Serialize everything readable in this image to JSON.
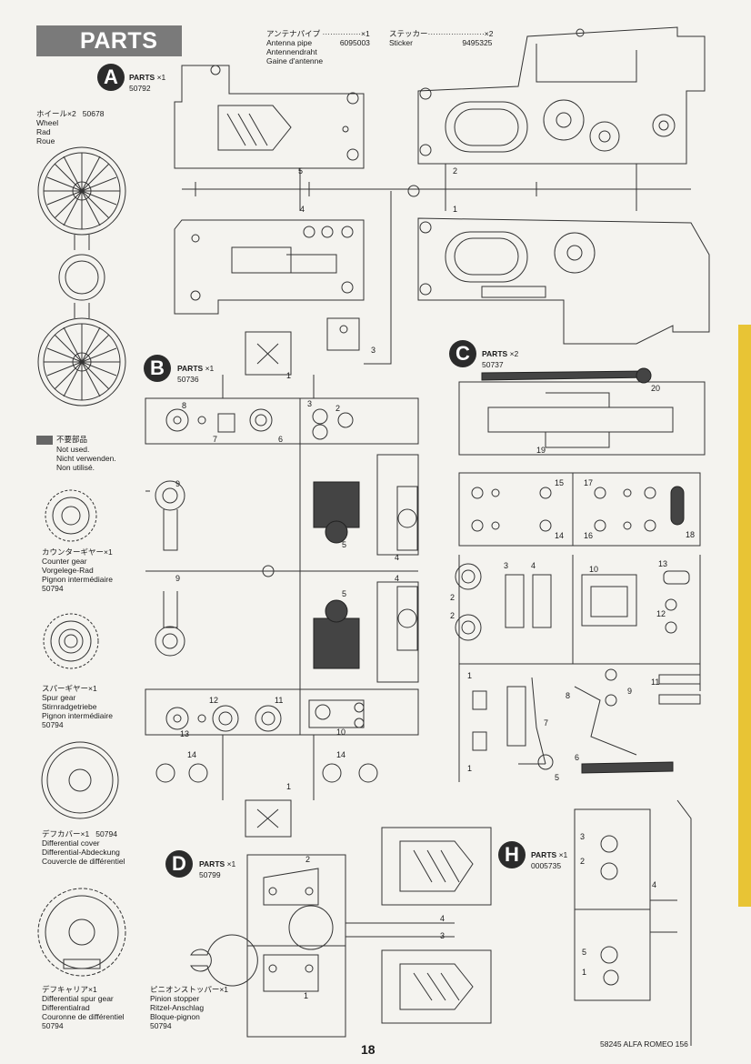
{
  "header": {
    "title": "PARTS"
  },
  "antenna": {
    "ja": "アンテナパイプ ···············×1",
    "en": "Antenna pipe",
    "num": "6095003",
    "de": "Antennendraht",
    "fr": "Gaine d'antenne"
  },
  "sticker": {
    "ja": "ステッカー······················×2",
    "en": "Sticker",
    "num": "9495325"
  },
  "trees": {
    "a": {
      "letter": "A",
      "title": "PARTS",
      "count": "×1",
      "num": "50792"
    },
    "b": {
      "letter": "B",
      "title": "PARTS",
      "count": "×1",
      "num": "50736"
    },
    "c": {
      "letter": "C",
      "title": "PARTS",
      "count": "×2",
      "num": "50737"
    },
    "d": {
      "letter": "D",
      "title": "PARTS",
      "count": "×1",
      "num": "50799"
    },
    "h": {
      "letter": "H",
      "title": "PARTS",
      "count": "×1",
      "num": "0005735"
    }
  },
  "wheel": {
    "ja": "ホイール×2",
    "num": "50678",
    "en": "Wheel",
    "de": "Rad",
    "fr": "Roue"
  },
  "notused": {
    "ja": "不要部品",
    "en": "Not used.",
    "de": "Nicht verwenden.",
    "fr": "Non utilisé."
  },
  "counter_gear": {
    "ja": "カウンターギヤー×1",
    "en": "Counter gear",
    "de": "Vorgelege-Rad",
    "fr": "Pignon intermédiaire",
    "num": "50794"
  },
  "spur_gear": {
    "ja": "スパーギヤー×1",
    "en": "Spur gear",
    "de": "Stirnradgetriebe",
    "fr": "Pignon intermédiaire",
    "num": "50794"
  },
  "diff_cover": {
    "ja": "デフカバー×1",
    "num": "50794",
    "en": "Differential cover",
    "de": "Differential-Abdeckung",
    "fr": "Couvercle de différentiel"
  },
  "diff_gear": {
    "ja": "デフキャリア×1",
    "en": "Differential spur gear",
    "de": "Differentialrad",
    "fr": "Couronne de différentiel",
    "num": "50794"
  },
  "pinion": {
    "ja": "ピニオンストッパー×1",
    "en": "Pinion stopper",
    "de": "Ritzel-Anschlag",
    "fr": "Bloque-pignon",
    "num": "50794"
  },
  "part_numbers": {
    "a": [
      "5",
      "2",
      "4",
      "1",
      "3"
    ],
    "b": [
      "1",
      "8",
      "7",
      "6",
      "3",
      "2",
      "9",
      "5",
      "4",
      "9",
      "5",
      "4",
      "12",
      "11",
      "13",
      "10",
      "14",
      "14",
      "1"
    ],
    "c": [
      "20",
      "19",
      "15",
      "17",
      "14",
      "16",
      "18",
      "3",
      "4",
      "10",
      "13",
      "12",
      "2",
      "2",
      "1",
      "8",
      "9",
      "11",
      "7",
      "1",
      "5",
      "6"
    ],
    "d": [
      "2",
      "4",
      "3",
      "1"
    ],
    "h": [
      "3",
      "2",
      "4",
      "5",
      "1"
    ]
  },
  "footer": {
    "page": "18",
    "model": "58245 ALFA ROMEO 156"
  },
  "colors": {
    "banner": "#7a7a7a",
    "accent_bar": "#e8c435",
    "letter_circle": "#2b2b2b"
  }
}
